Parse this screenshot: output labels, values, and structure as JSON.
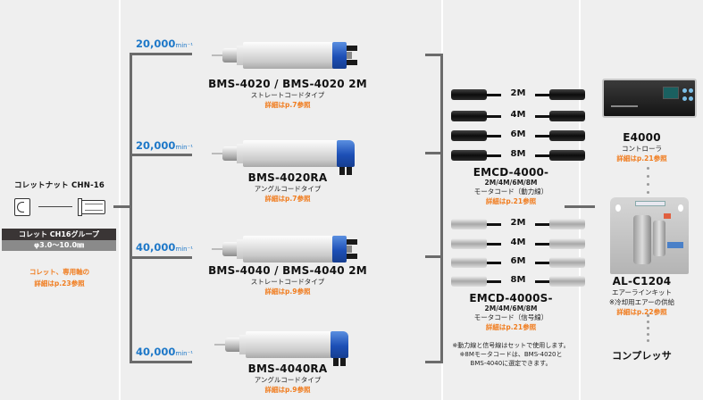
{
  "collet": {
    "nut_label": "コレットナット CHN-16",
    "group_label": "コレット CH16グループ",
    "range_label": "φ3.0〜10.0㎜",
    "note_line1": "コレット、専用軸の",
    "note_line2": "詳細はp.23参照"
  },
  "spindles": [
    {
      "speed": "20,000",
      "unit": "min⁻¹",
      "model": "BMS-4020 / BMS-4020 2M",
      "type": "ストレートコードタイプ",
      "ref": "詳細はp.7参照"
    },
    {
      "speed": "20,000",
      "unit": "min⁻¹",
      "model": "BMS-4020RA",
      "type": "アングルコードタイプ",
      "ref": "詳細はp.7参照"
    },
    {
      "speed": "40,000",
      "unit": "min⁻¹",
      "model": "BMS-4040 / BMS-4040 2M",
      "type": "ストレートコードタイプ",
      "ref": "詳細はp.9参照"
    },
    {
      "speed": "40,000",
      "unit": "min⁻¹",
      "model": "BMS-4040RA",
      "type": "アングルコードタイプ",
      "ref": "詳細はp.9参照"
    }
  ],
  "cables": [
    {
      "model": "EMCD-4000-",
      "lengths_line": "2M/4M/6M/8M",
      "type": "モータコード（動力線）",
      "ref": "詳細はp.21参照",
      "lengths": [
        "2M",
        "4M",
        "6M",
        "8M"
      ],
      "style": "black"
    },
    {
      "model": "EMCD-4000S-",
      "lengths_line": "2M/4M/6M/8M",
      "type": "モータコード（信号線）",
      "ref": "詳細はp.21参照",
      "lengths": [
        "2M",
        "4M",
        "6M",
        "8M"
      ],
      "style": "silver"
    }
  ],
  "cable_notes": {
    "line1": "※動力線と信号線はセットで使用します。",
    "line2": "※8Mモータコードは、BMS-4020と",
    "line3": "BMS-4040に選定できます。"
  },
  "controller": {
    "model": "E4000",
    "type": "コントローラ",
    "ref": "詳細はp.21参照"
  },
  "air_kit": {
    "model": "AL-C1204",
    "type": "エアーラインキット",
    "note": "※冷却用エアーの供給",
    "ref": "詳細はp.22参照"
  },
  "compressor": {
    "label": "コンプレッサ"
  },
  "colors": {
    "speed_blue": "#1e78c8",
    "ref_orange": "#f07c1e",
    "line_gray": "#6b6b6b",
    "spindle_blue": "#1d4fb6"
  }
}
